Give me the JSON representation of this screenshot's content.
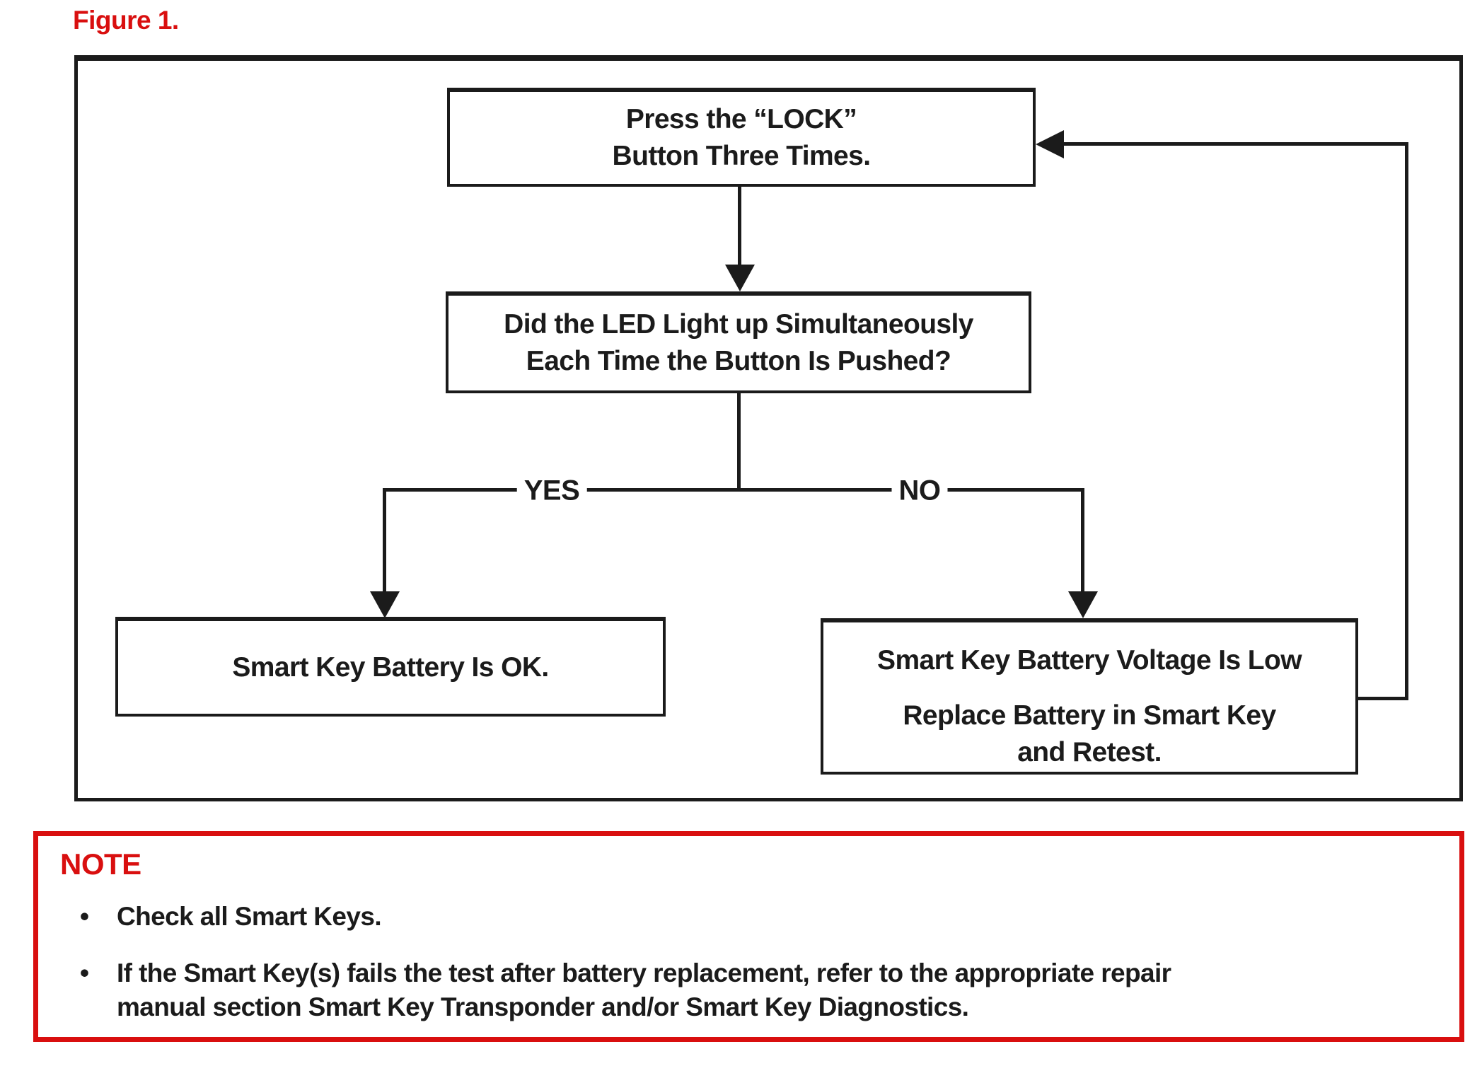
{
  "page": {
    "figure_label": "Figure 1."
  },
  "colors": {
    "accent_red": "#d90f0f",
    "ink": "#1b1b1b",
    "background": "#ffffff"
  },
  "flowchart": {
    "nodes": {
      "press_lock": {
        "lines": [
          "Press the “LOCK”",
          "Button Three Times."
        ]
      },
      "led_question": {
        "lines": [
          "Did the LED Light up Simultaneously",
          "Each Time the Button Is Pushed?"
        ]
      },
      "battery_ok": {
        "lines": [
          "Smart Key Battery Is OK."
        ]
      },
      "battery_low": {
        "line1": "Smart Key Battery Voltage Is Low",
        "line2": "Replace Battery in Smart Key",
        "line3": "and Retest."
      }
    },
    "edge_labels": {
      "yes": "YES",
      "no": "NO"
    }
  },
  "note": {
    "title": "NOTE",
    "bullet_glyph": "•",
    "bullets": [
      {
        "lines": [
          "Check all Smart Keys."
        ]
      },
      {
        "lines": [
          "If the Smart Key(s) fails the test after battery replacement, refer to the appropriate repair",
          "manual section Smart Key Transponder and/or Smart Key Diagnostics."
        ]
      }
    ]
  }
}
